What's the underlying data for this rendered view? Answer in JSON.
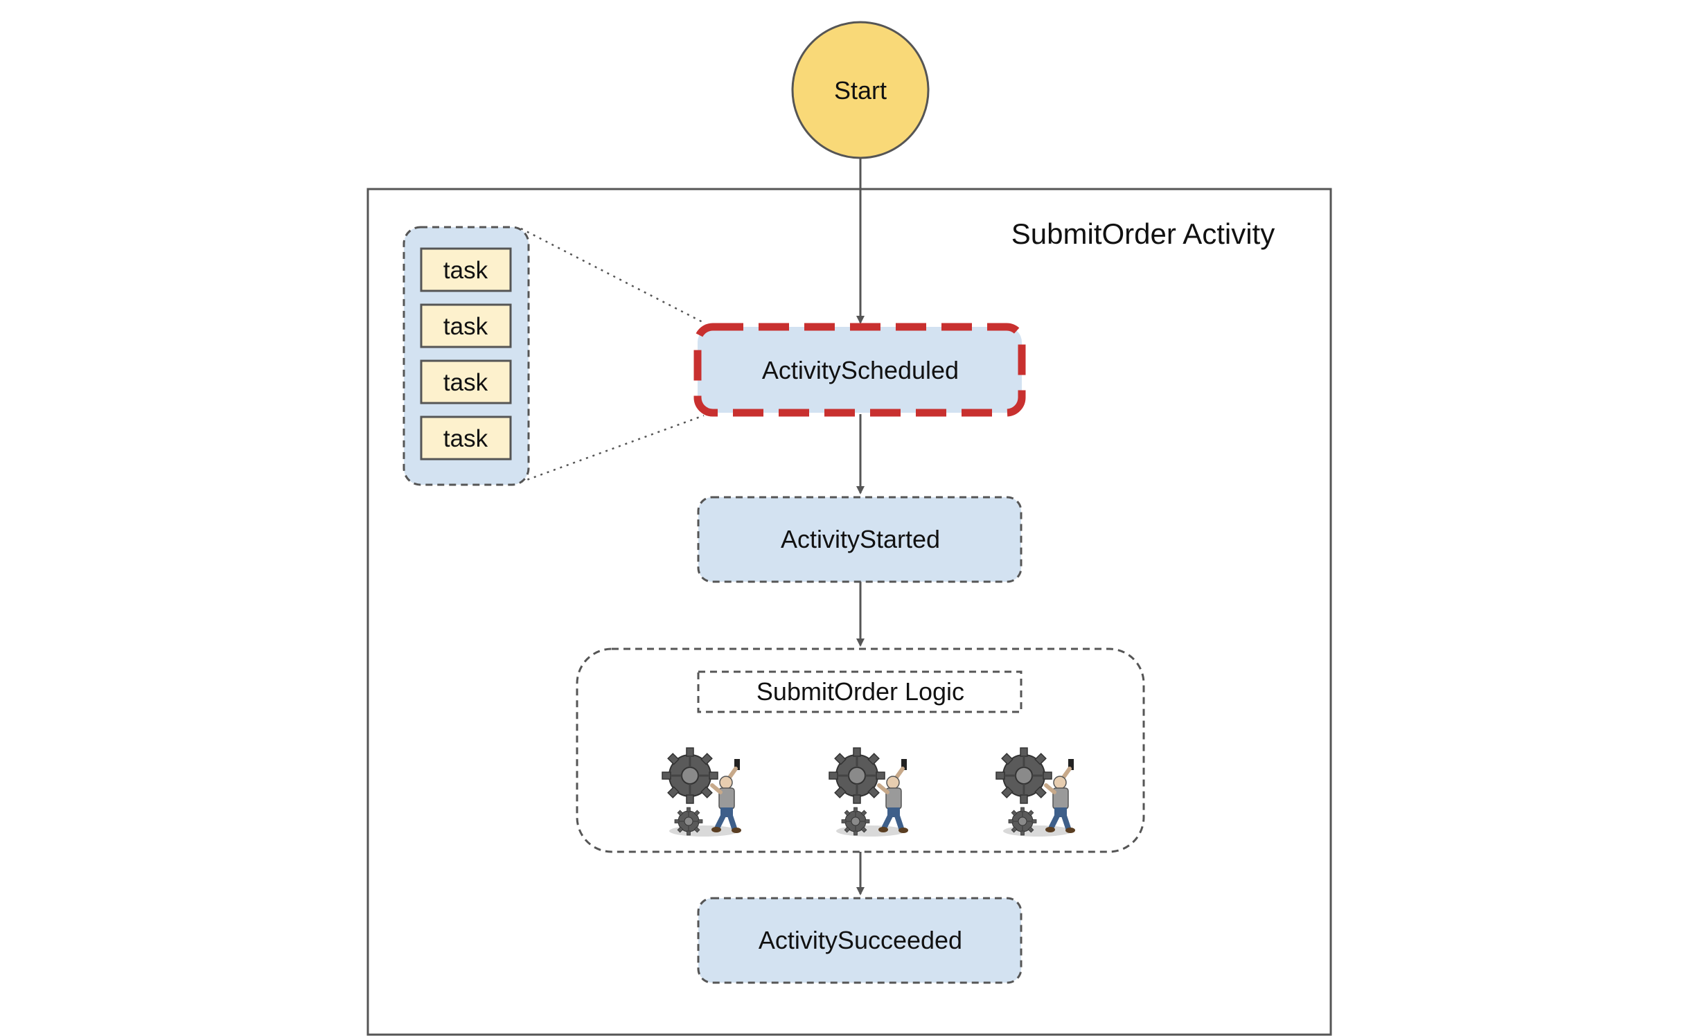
{
  "start": {
    "label": "Start"
  },
  "activity_frame": {
    "title": "SubmitOrder Activity"
  },
  "task_queue": {
    "tasks": [
      "task",
      "task",
      "task",
      "task"
    ]
  },
  "states": {
    "scheduled": "ActivityScheduled",
    "started": "ActivityStarted",
    "succeeded": "ActivitySucceeded"
  },
  "logic": {
    "label": "SubmitOrder Logic",
    "worker_count": 3
  },
  "colors": {
    "start_fill": "#f9d978",
    "node_fill": "#d3e2f1",
    "task_fill": "#fdf1cd",
    "highlight_border": "#c8302f",
    "line": "#555555"
  },
  "icons": [
    "worker-gear-icon",
    "worker-gear-icon",
    "worker-gear-icon"
  ]
}
